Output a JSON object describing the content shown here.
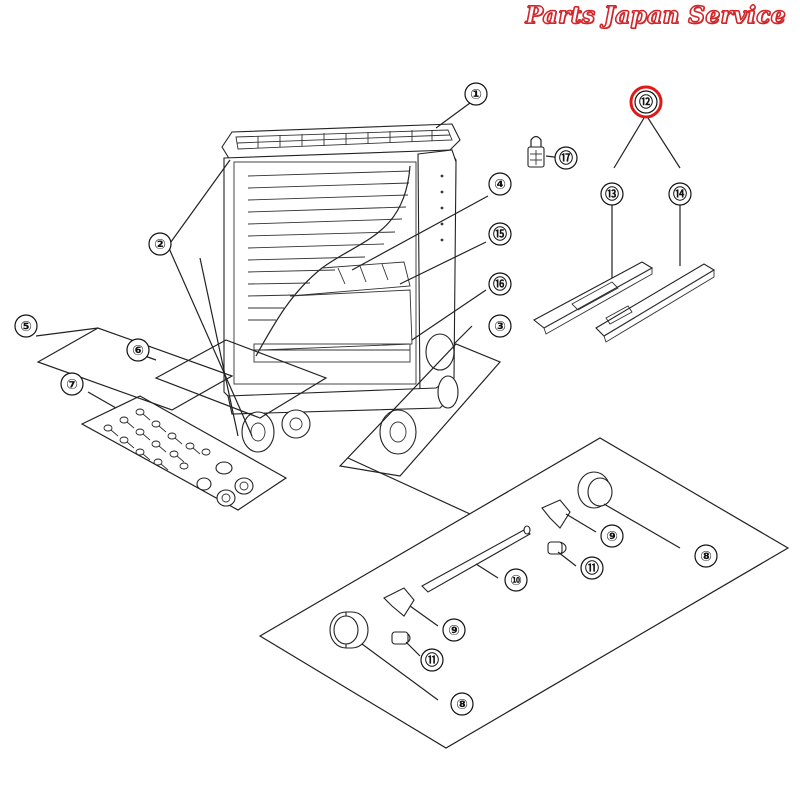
{
  "brand": {
    "text": "Parts Japan Service",
    "color": "#d2262a"
  },
  "highlight_color": "#e01818",
  "callouts": [
    {
      "id": "c1",
      "label": "①"
    },
    {
      "id": "c2",
      "label": "②"
    },
    {
      "id": "c3",
      "label": "③"
    },
    {
      "id": "c4",
      "label": "④"
    },
    {
      "id": "c5",
      "label": "⑤"
    },
    {
      "id": "c6",
      "label": "⑥"
    },
    {
      "id": "c7",
      "label": "⑦"
    },
    {
      "id": "c8a",
      "label": "⑧"
    },
    {
      "id": "c8b",
      "label": "⑧"
    },
    {
      "id": "c9a",
      "label": "⑨"
    },
    {
      "id": "c9b",
      "label": "⑨"
    },
    {
      "id": "c10",
      "label": "⑩"
    },
    {
      "id": "c11a",
      "label": "⑪"
    },
    {
      "id": "c11b",
      "label": "⑪"
    },
    {
      "id": "c12",
      "label": "⑫",
      "highlighted": true
    },
    {
      "id": "c13",
      "label": "⑬"
    },
    {
      "id": "c14",
      "label": "⑭"
    },
    {
      "id": "c15",
      "label": "⑮"
    },
    {
      "id": "c16",
      "label": "⑯"
    },
    {
      "id": "c17",
      "label": "⑰"
    }
  ]
}
